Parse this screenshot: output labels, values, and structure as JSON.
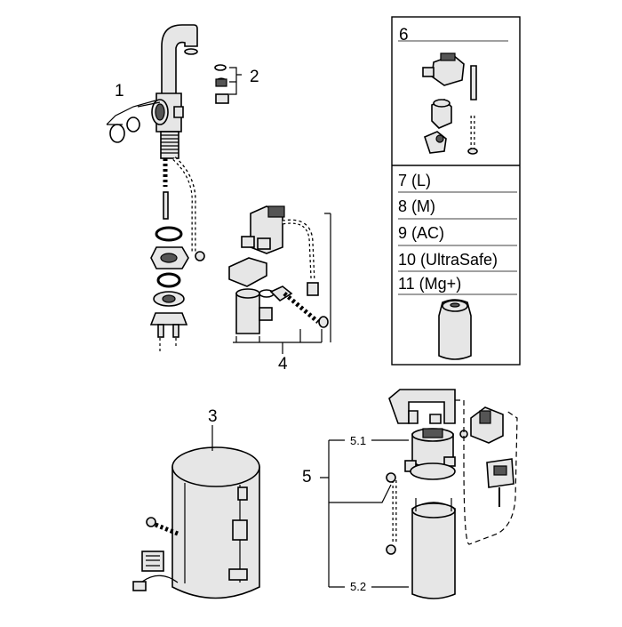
{
  "labels": {
    "p1": "1",
    "p2": "2",
    "p3": "3",
    "p4": "4",
    "p5": "5",
    "p5_1": "5.1",
    "p5_2": "5.2",
    "p6": "6"
  },
  "filter_list": [
    {
      "label": "7 (L)"
    },
    {
      "label": "8 (M)"
    },
    {
      "label": "9 (AC)"
    },
    {
      "label": "10 (UltraSafe)"
    },
    {
      "label": "11 (Mg+)"
    }
  ]
}
